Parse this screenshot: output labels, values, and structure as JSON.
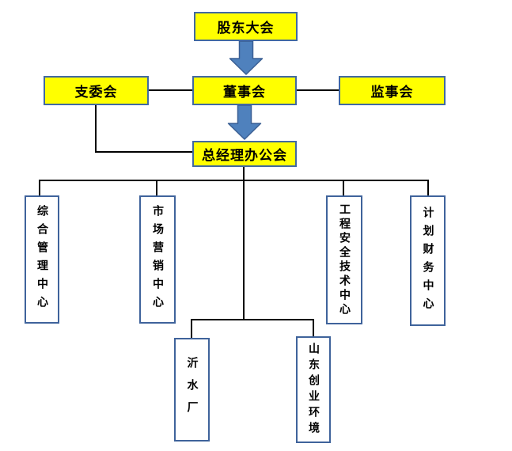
{
  "diagram": {
    "type": "org-chart",
    "colors": {
      "committee_node_fill": "#ffff00",
      "department_node_fill": "#ffffff",
      "node_border_blue": "#4169a1",
      "arrow_fill_blue": "#4f81bd",
      "arrow_border_blue": "#3a5f94",
      "connector_line": "#000000"
    },
    "nodes": {
      "shareholders_meeting": {
        "label": "股东大会"
      },
      "branch_committee": {
        "label": "支委会"
      },
      "board_of_directors": {
        "label": "董事会"
      },
      "supervisory_board": {
        "label": "监事会"
      },
      "gm_office_meeting": {
        "label": "总经理办公会"
      },
      "general_management_center": {
        "label": "综合管理中心"
      },
      "marketing_center": {
        "label": "市场营销中心"
      },
      "engineering_safety_tech_center": {
        "label": "工程安全技术中心"
      },
      "planning_finance_center": {
        "label": "计划财务中心"
      },
      "yishui_plant": {
        "label": "沂水厂"
      },
      "shandong_chuangye_environment": {
        "label": "山东创业环境"
      }
    },
    "edges": [
      {
        "from": "shareholders_meeting",
        "to": "board_of_directors",
        "style": "thick-blue-arrow"
      },
      {
        "from": "branch_committee",
        "to": "board_of_directors",
        "style": "line"
      },
      {
        "from": "board_of_directors",
        "to": "supervisory_board",
        "style": "line"
      },
      {
        "from": "board_of_directors",
        "to": "gm_office_meeting",
        "style": "thick-blue-arrow"
      },
      {
        "from": "branch_committee",
        "to": "gm_office_meeting",
        "style": "elbow-line"
      },
      {
        "from": "gm_office_meeting",
        "to": "general_management_center",
        "style": "elbow-line"
      },
      {
        "from": "gm_office_meeting",
        "to": "marketing_center",
        "style": "elbow-line"
      },
      {
        "from": "gm_office_meeting",
        "to": "engineering_safety_tech_center",
        "style": "elbow-line"
      },
      {
        "from": "gm_office_meeting",
        "to": "planning_finance_center",
        "style": "elbow-line"
      },
      {
        "from": "gm_office_meeting",
        "to": "yishui_plant",
        "style": "elbow-line"
      },
      {
        "from": "gm_office_meeting",
        "to": "shandong_chuangye_environment",
        "style": "elbow-line"
      }
    ]
  }
}
